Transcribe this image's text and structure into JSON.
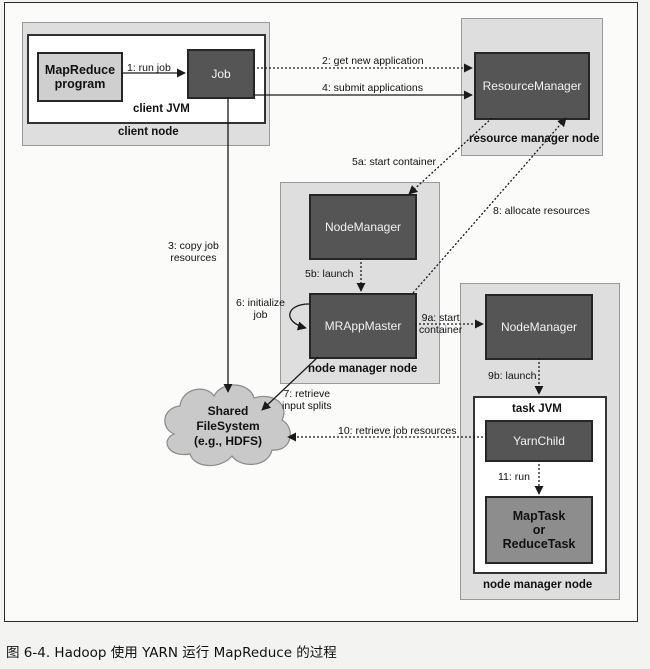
{
  "nodes": {
    "client_node": "client node",
    "client_jvm": "client JVM",
    "resource_manager_node": "resource manager node",
    "node_manager_node_1": "node manager node",
    "node_manager_node_2": "node manager node",
    "task_jvm": "task JVM"
  },
  "boxes": {
    "mapreduce_program": "MapReduce\nprogram",
    "job": "Job",
    "resource_manager": "ResourceManager",
    "node_manager_1": "NodeManager",
    "mrappmaster": "MRAppMaster",
    "node_manager_2": "NodeManager",
    "yarnchild": "YarnChild",
    "task": "MapTask\nor\nReduceTask"
  },
  "shared_fs": "Shared\nFileSystem\n(e.g., HDFS)",
  "edges": {
    "e1": "1: run job",
    "e2": "2: get new application",
    "e3": "3: copy job\nresources",
    "e4": "4: submit applications",
    "e5a": "5a: start container",
    "e5b": "5b: launch",
    "e6": "6: initialize\njob",
    "e7": "7: retrieve\ninput splits",
    "e8": "8: allocate resources",
    "e9a": "9a: start\ncontainer",
    "e9b": "9b: launch",
    "e10": "10: retrieve job resources",
    "e11": "11: run"
  },
  "caption": "图 6-4. Hadoop 使用 YARN 运行 MapReduce 的过程",
  "colors": {
    "box_dark": "#555555",
    "box_light": "#cfcfcf",
    "node_bg": "#dedede",
    "jvm_bg": "#ffffff"
  }
}
